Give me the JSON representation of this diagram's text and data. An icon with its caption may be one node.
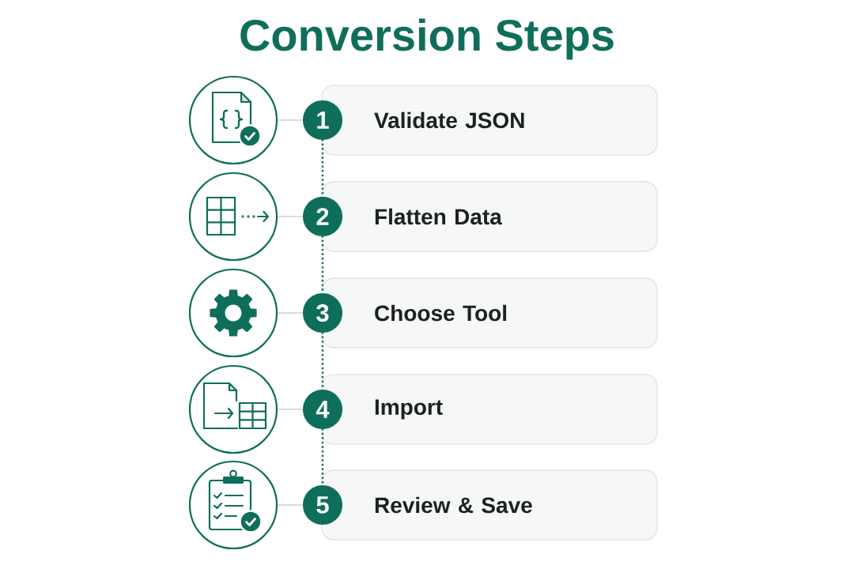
{
  "diagram": {
    "title": "Conversion Steps",
    "nodes": [
      {
        "text": [],
        "shape": "circle"
      },
      {
        "text": [
          "1"
        ]
      },
      {
        "text": [
          "Validate JSON"
        ]
      },
      {
        "text": [],
        "shape": "circle"
      },
      {
        "text": [
          "2"
        ]
      },
      {
        "text": [
          "Flatten Data"
        ]
      },
      {
        "text": [],
        "shape": "circle"
      },
      {
        "text": [
          "3"
        ]
      },
      {
        "text": [
          "Choose Tool"
        ]
      },
      {
        "text": [],
        "shape": "circle"
      },
      {
        "text": [
          "4"
        ]
      },
      {
        "text": [
          "Import"
        ]
      },
      {
        "text": [],
        "shape": "circle"
      },
      {
        "text": [
          "5"
        ]
      },
      {
        "text": [
          "Review & Save"
        ]
      }
    ],
    "edges": [
      {
        "from": 0,
        "to": 1,
        "arrow": "none"
      },
      {
        "from": 3,
        "to": 4,
        "arrow": "none"
      },
      {
        "from": 6,
        "to": 7,
        "arrow": "none"
      },
      {
        "from": 9,
        "to": 10,
        "arrow": "none"
      },
      {
        "from": 12,
        "to": 13,
        "arrow": "none"
      },
      {
        "from": 1,
        "to": 4,
        "arrow": "none",
        "style": "dashed",
        "color": "#0f6e5a"
      },
      {
        "from": 4,
        "to": 7,
        "arrow": "none",
        "style": "dashed",
        "color": "#0f6e5a"
      },
      {
        "from": 7,
        "to": 10,
        "arrow": "none",
        "style": "dashed",
        "color": "#0f6e5a"
      },
      {
        "from": 10,
        "to": 13,
        "arrow": "none",
        "style": "dashed",
        "color": "#0f6e5a"
      }
    ]
  }
}
